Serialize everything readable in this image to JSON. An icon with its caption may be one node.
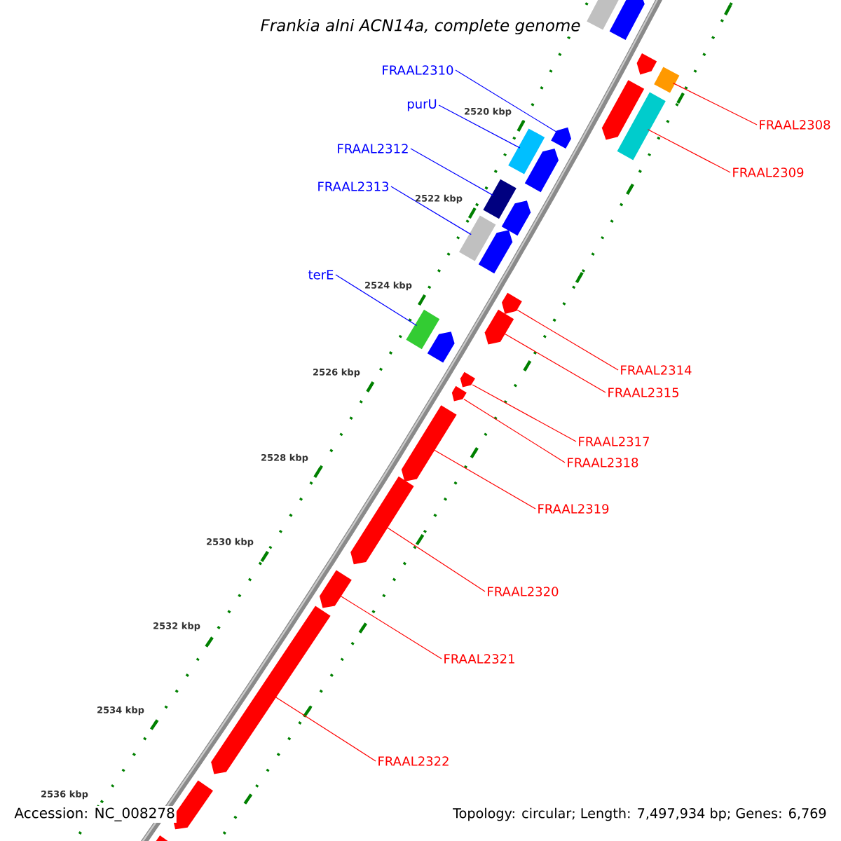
{
  "diagram": {
    "title": "Frankia alni ACN14a, complete genome",
    "nodes": [
      {
        "text": [
          "FRAAL2310"
        ]
      },
      {
        "text": [
          "purU"
        ]
      },
      {
        "text": [
          "FRAAL2308"
        ]
      },
      {
        "text": [
          "FRAAL2312"
        ]
      },
      {
        "text": [
          "FRAAL2309"
        ]
      },
      {
        "text": [
          "FRAAL2313"
        ]
      },
      {
        "text": [
          "terE"
        ]
      },
      {
        "text": [
          "FRAAL2314"
        ]
      },
      {
        "text": [
          "FRAAL2315"
        ]
      },
      {
        "text": [
          "FRAAL2317"
        ]
      },
      {
        "text": [
          "FRAAL2318"
        ]
      },
      {
        "text": [
          "FRAAL2319"
        ]
      },
      {
        "text": [
          "FRAAL2320"
        ]
      },
      {
        "text": [
          "FRAAL2321"
        ]
      },
      {
        "text": [
          "FRAAL2322"
        ]
      },
      {
        "text": [],
        "shape": "arrow"
      },
      {
        "text": [],
        "shape": "arrow"
      },
      {
        "text": [],
        "shape": "box"
      },
      {
        "text": [],
        "shape": "arrow"
      },
      {
        "text": [],
        "shape": "box"
      },
      {
        "text": [],
        "shape": "arrow"
      },
      {
        "text": [],
        "shape": "arrow"
      },
      {
        "text": [],
        "shape": "arrow"
      },
      {
        "text": [],
        "shape": "arrow"
      },
      {
        "text": [],
        "shape": "arrow"
      },
      {
        "text": [],
        "shape": "arrow"
      },
      {
        "text": [],
        "shape": "arrow"
      },
      {
        "text": [],
        "shape": "arrow"
      },
      {
        "text": [],
        "shape": "arrow"
      },
      {
        "text": [],
        "shape": "arrow"
      },
      {
        "text": [],
        "shape": "box"
      },
      {
        "text": [],
        "shape": "arrow"
      },
      {
        "text": [],
        "shape": "arrow"
      },
      {
        "text": [],
        "shape": "arrow"
      },
      {
        "text": [],
        "shape": "box"
      },
      {
        "text": [],
        "shape": "box"
      },
      {
        "text": [],
        "shape": "box"
      },
      {
        "text": [],
        "shape": "box"
      },
      {
        "text": [],
        "shape": "arrow"
      },
      {
        "text": [],
        "shape": "arrow"
      }
    ],
    "edges": [
      {
        "from": 0,
        "to": 15,
        "arrow": "none",
        "color": "#0000ff"
      },
      {
        "from": 1,
        "to": 34,
        "arrow": "none",
        "color": "#0000ff"
      },
      {
        "from": 2,
        "to": 17,
        "arrow": "none"
      },
      {
        "from": 3,
        "to": 35,
        "arrow": "none",
        "color": "#0000ff"
      },
      {
        "from": 4,
        "to": 19,
        "arrow": "none"
      },
      {
        "from": 5,
        "to": 36,
        "arrow": "none",
        "color": "#0000ff"
      },
      {
        "from": 6,
        "to": 37,
        "arrow": "none",
        "color": "#0000ff"
      },
      {
        "from": 7,
        "to": 22,
        "arrow": "none"
      },
      {
        "from": 8,
        "to": 23,
        "arrow": "none"
      },
      {
        "from": 9,
        "to": 24,
        "arrow": "none"
      },
      {
        "from": 10,
        "to": 25,
        "arrow": "none"
      },
      {
        "from": 11,
        "to": 26,
        "arrow": "none"
      },
      {
        "from": 12,
        "to": 27,
        "arrow": "none"
      },
      {
        "from": 13,
        "to": 28,
        "arrow": "none"
      },
      {
        "from": 14,
        "to": 29,
        "arrow": "none"
      }
    ],
    "labels": [
      "2520 kbp",
      "2522 kbp",
      "2524 kbp",
      "2526 kbp",
      "2528 kbp",
      "2530 kbp",
      "2532 kbp",
      "2534 kbp",
      "2536 kbp",
      "Accession: NC_008278",
      "Topology: circular; Length: 7,497,934 bp; Genes: 6,769"
    ]
  }
}
